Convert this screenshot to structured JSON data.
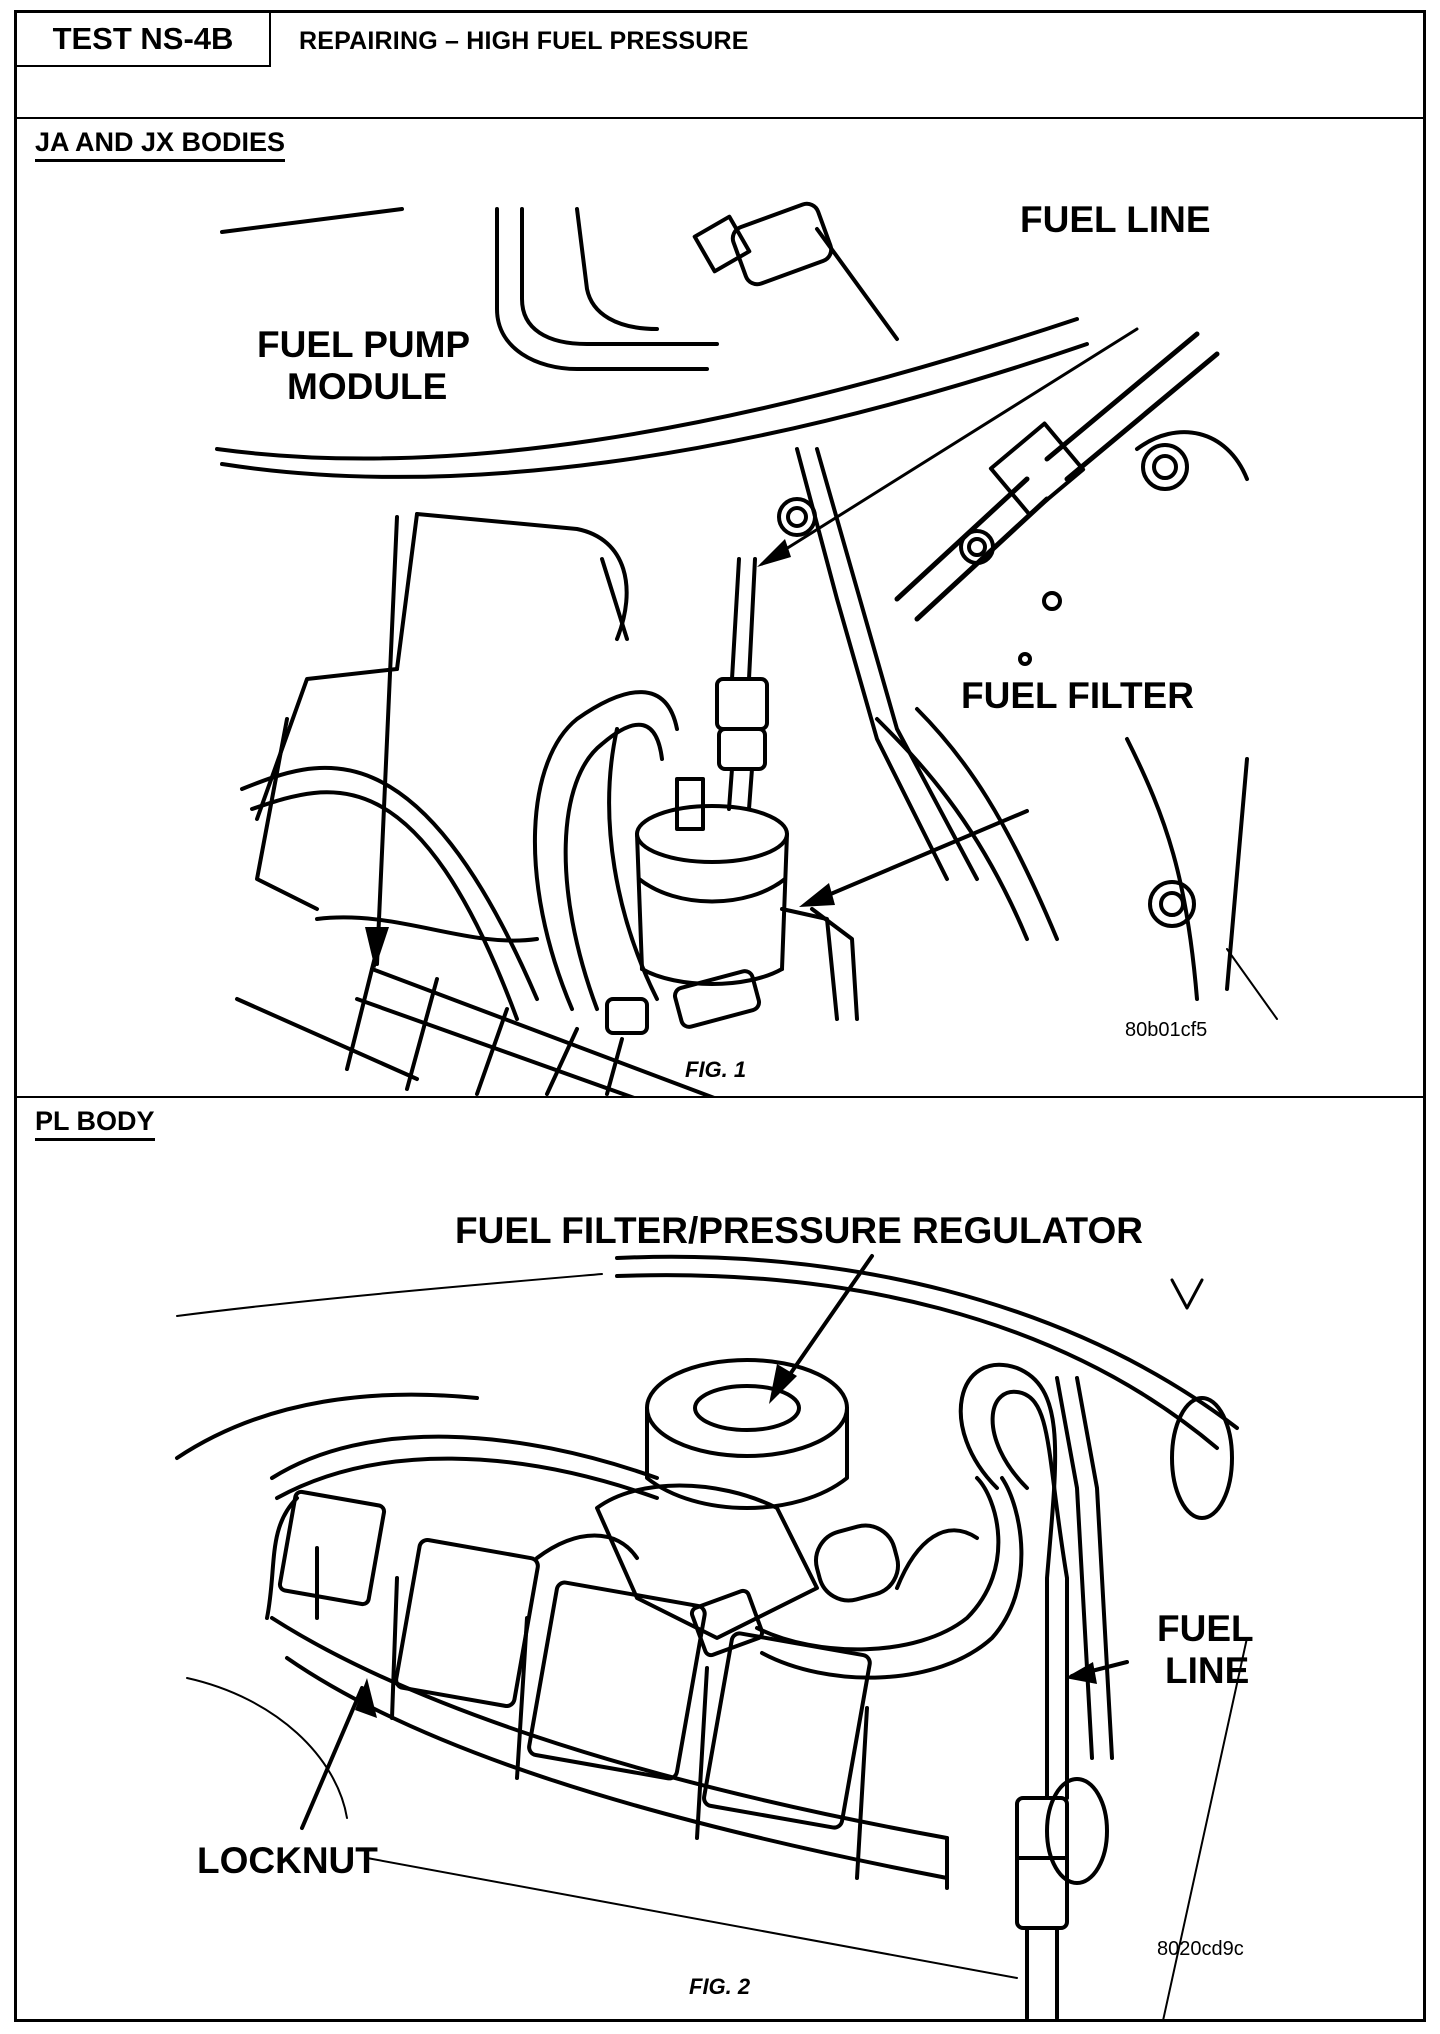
{
  "header": {
    "test_id": "TEST NS-4B",
    "title": "REPAIRING – HIGH FUEL PRESSURE"
  },
  "section1": {
    "label": "JA AND JX BODIES",
    "callouts": {
      "fuel_line": "FUEL LINE",
      "pump_module_line1": "FUEL PUMP",
      "pump_module_line2": "MODULE",
      "fuel_filter": "FUEL FILTER"
    },
    "image_code": "80b01cf5",
    "figure_label": "FIG. 1"
  },
  "section2": {
    "label": "PL BODY",
    "callouts": {
      "regulator": "FUEL FILTER/PRESSURE REGULATOR",
      "fuel_line_line1": "FUEL",
      "fuel_line_line2": "LINE",
      "locknut": "LOCKNUT"
    },
    "image_code": "8020cd9c",
    "figure_label": "FIG. 2"
  }
}
